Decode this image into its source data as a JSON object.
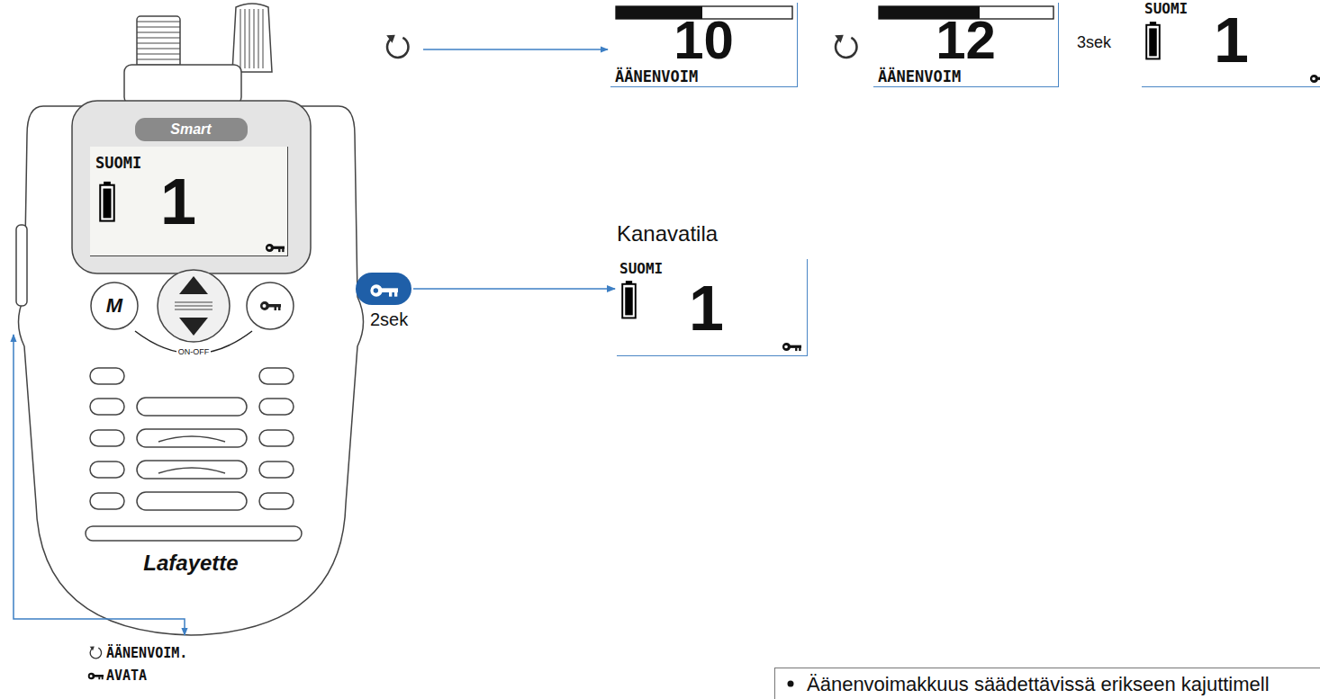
{
  "diagram": {
    "nodes": [
      {
        "text": [
          "SUOMI",
          "1"
        ]
      },
      {
        "text": [
          "10",
          "ÄÄNENVOIM"
        ]
      },
      {
        "text": [
          "12",
          "ÄÄNENVOIM"
        ]
      },
      {
        "text": [
          "SUOMI",
          "1"
        ]
      },
      {
        "text": [
          "Kanavatila",
          "SUOMI",
          "1"
        ]
      },
      {
        "text": [
          "2sek"
        ]
      },
      {
        "text": [
          "Äänenvoimakkuus säädettävissä erikseen kajuttimell"
        ]
      }
    ],
    "edges": [
      {
        "from": 5,
        "to": 4,
        "arrow": "to"
      }
    ],
    "labels": [
      "Smart",
      "M",
      "ON-OFF",
      "Lafayette",
      "3sek",
      "ÄÄNENVOIM.",
      "AVATA"
    ]
  }
}
